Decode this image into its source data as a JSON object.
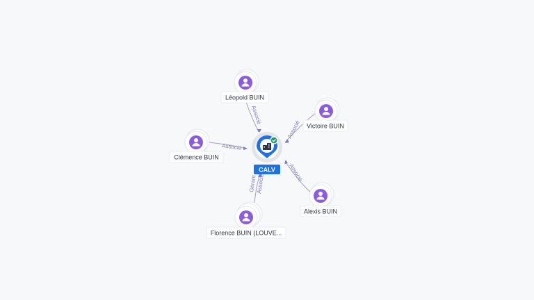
{
  "company": {
    "name": "CALV",
    "icon": "building-icon",
    "status_icon": "check-circle-icon"
  },
  "people": [
    {
      "id": "leopold",
      "name": "Léopold BUIN",
      "icon": "person-icon"
    },
    {
      "id": "victoire",
      "name": "Victoire BUIN",
      "icon": "person-icon"
    },
    {
      "id": "clemence",
      "name": "Clémence BUIN",
      "icon": "person-icon"
    },
    {
      "id": "alexis",
      "name": "Alexis BUIN",
      "icon": "person-icon"
    },
    {
      "id": "florence",
      "name": "Florence BUIN (LOUVE...",
      "icon": "person-icon"
    }
  ],
  "relations": [
    {
      "from": "leopold",
      "labels": [
        "Associé"
      ]
    },
    {
      "from": "victoire",
      "labels": [
        "Associé"
      ]
    },
    {
      "from": "clemence",
      "labels": [
        "Associé"
      ]
    },
    {
      "from": "alexis",
      "labels": [
        "Associé"
      ]
    },
    {
      "from": "florence",
      "labels": [
        "Gérant",
        "Associé"
      ]
    }
  ],
  "colors": {
    "accent_blue": "#1f6fe5",
    "person_purple": "#8b5cdf",
    "edge_label": "#7f78c9",
    "status_green": "#1e9e62"
  }
}
